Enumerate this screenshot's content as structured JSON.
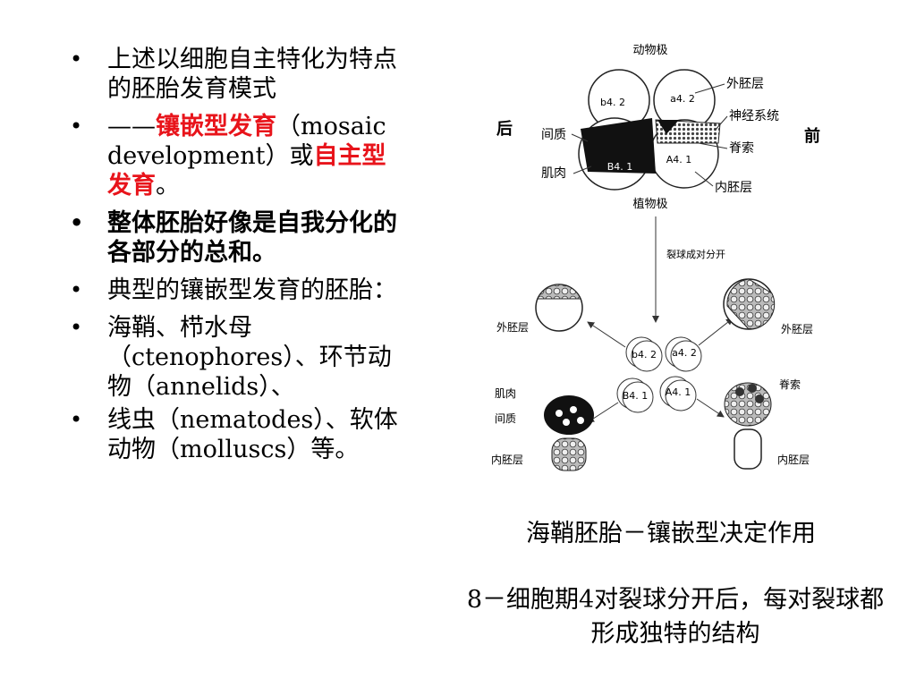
{
  "bullets": [
    {
      "marker": "•",
      "text": "上述以细胞自主特化为特点的胚胎发育模式"
    },
    {
      "marker": "•",
      "prefix": "——",
      "red1": "镶嵌型发育",
      "mid": "（mosaic development）或",
      "red2": "自主型发育",
      "suffix": "。"
    },
    {
      "marker": "•",
      "text": "整体胚胎好像是自我分化的各部分的总和。"
    },
    {
      "marker": "•",
      "text": "典型的镶嵌型发育的胚胎："
    },
    {
      "marker": "•",
      "text": "海鞘、栉水母（ctenophores）、环节动物（annelids）、"
    },
    {
      "marker": "•",
      "text": "线虫（nematodes）、软体动物（molluscs）等。"
    }
  ],
  "figure": {
    "animal_pole": "动物极",
    "vegetal_pole": "植物极",
    "posterior": "后",
    "anterior": "前",
    "ectoderm": "外胚层",
    "nervous_system": "神经系统",
    "notochord_top": "脊索",
    "mesenchyme_top": "间质",
    "muscle_top": "肌肉",
    "endoderm_top": "内胚层",
    "cell_b42": "b4. 2",
    "cell_a42": "a4. 2",
    "cell_B41": "B4. 1",
    "cell_A41": "A4. 1",
    "arrow_label": "裂球成对分开",
    "ectoderm_left": "外胚层",
    "ectoderm_right": "外胚层",
    "muscle_left": "肌肉",
    "mesenchyme_left": "间质",
    "endoderm_left": "内胚层",
    "notochord_right": "脊索",
    "endoderm_right": "内胚层",
    "small_b42": "b4. 2",
    "small_a42": "a4. 2",
    "small_B41": "B4. 1",
    "small_A41": "A4. 1"
  },
  "caption_title": "海鞘胚胎－镶嵌型决定作用",
  "caption_desc": "8－细胞期4对裂球分开后，每对裂球都形成独特的结构"
}
